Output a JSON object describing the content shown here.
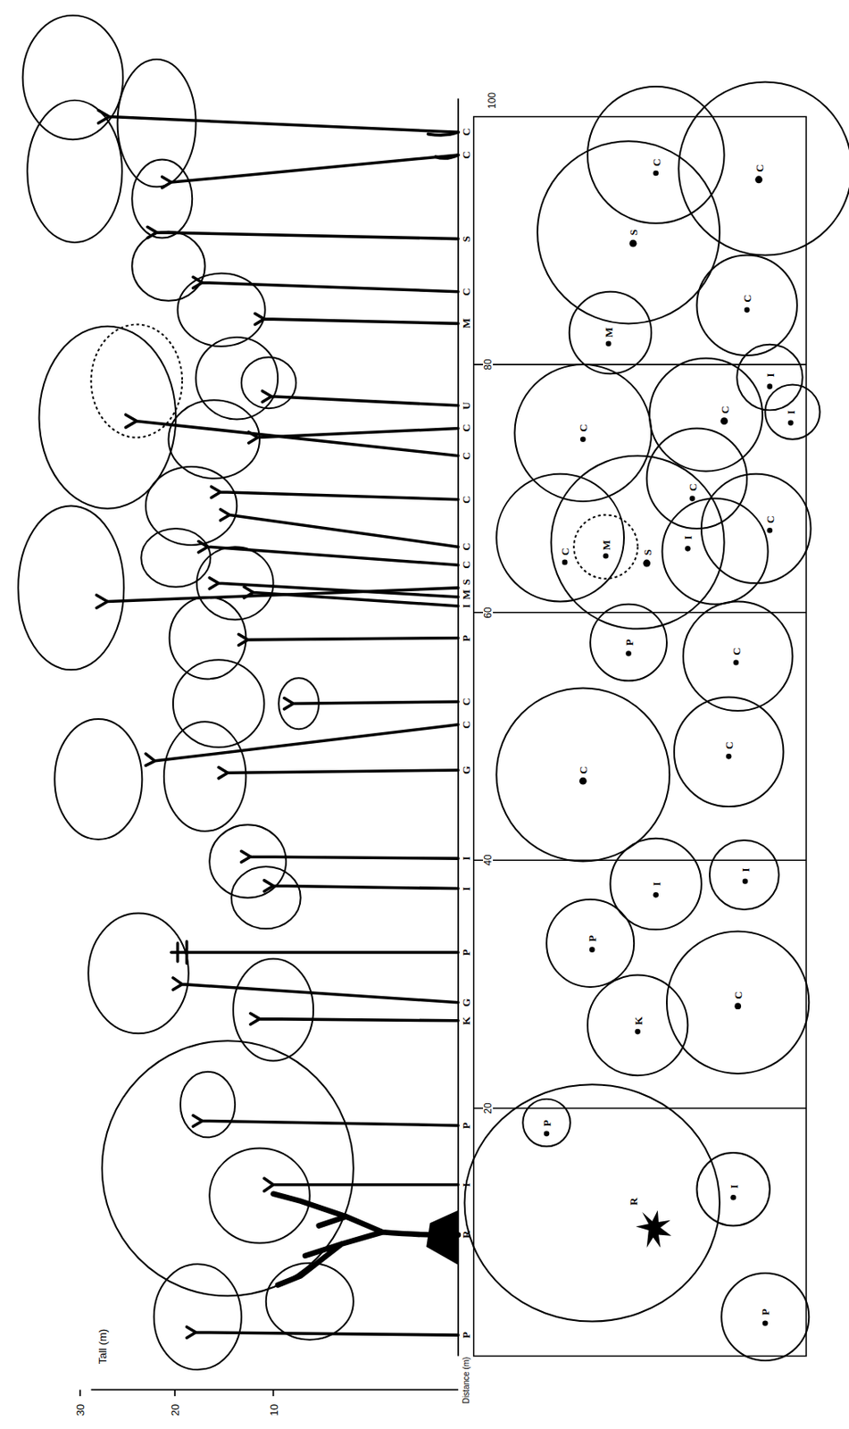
{
  "diagram": {
    "labels": [
      "Tall (m)",
      "30",
      "20",
      "10",
      "Distance (m)",
      "20",
      "40",
      "60",
      "80",
      "100",
      "P",
      "R",
      "I",
      "P",
      "K",
      "G",
      "P",
      "I",
      "I",
      "G",
      "C",
      "C",
      "P",
      "I",
      "M",
      "S",
      "C",
      "C",
      "C",
      "C",
      "C",
      "U",
      "M",
      "C",
      "S",
      "C",
      "C",
      "P",
      "R",
      "I",
      "P",
      "K",
      "C",
      "P",
      "I",
      "I",
      "C",
      "C",
      "C",
      "P",
      "C",
      "M",
      "S",
      "I",
      "C",
      "C",
      "C",
      "C",
      "I",
      "I",
      "M",
      "C",
      "S",
      "C",
      "C"
    ]
  }
}
